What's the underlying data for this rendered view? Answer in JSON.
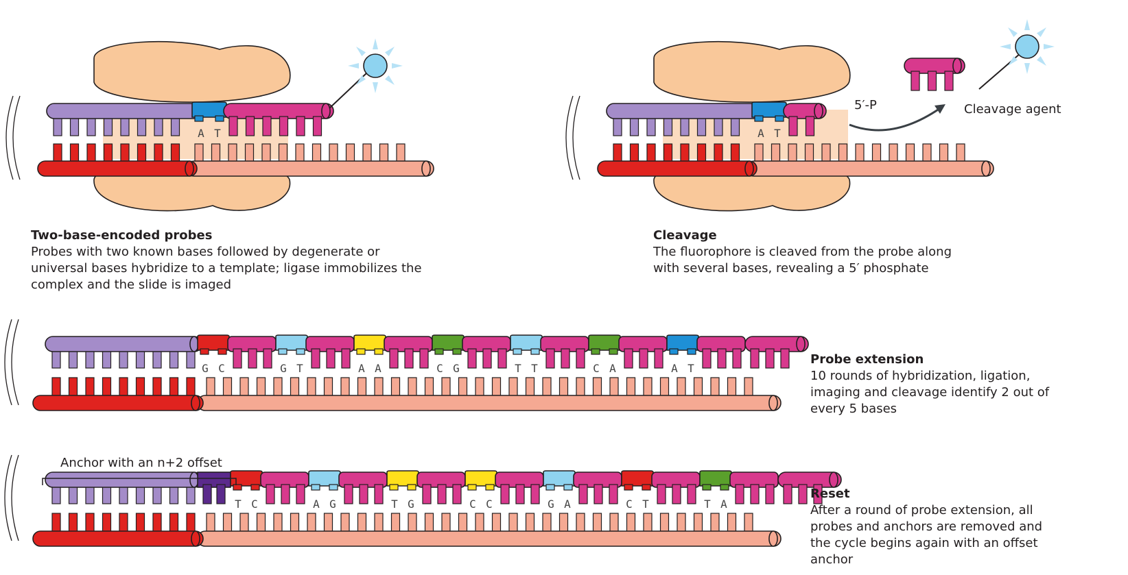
{
  "panels": {
    "two_base": {
      "title": "Two-base-encoded probes",
      "body": "Probes with two known bases followed by degenerate or\nuniversal bases hybridize to a template; ligase immobilizes the\ncomplex and the slide is imaged",
      "bases": [
        "A",
        "T"
      ]
    },
    "cleavage": {
      "title": "Cleavage",
      "body": "The fluorophore is cleaved from the probe along\nwith several bases, revealing a 5′ phosphate",
      "phosphate_label": "5′-P",
      "agent_label": "Cleavage agent",
      "bases": [
        "A",
        "T"
      ]
    },
    "extension": {
      "title": "Probe extension",
      "body": "10 rounds of hybridization, ligation,\nimaging and cleavage identify 2 out of\nevery 5 bases",
      "pairs": [
        {
          "bases": [
            "G",
            "C"
          ],
          "color": "#e0231f"
        },
        {
          "bases": [
            "G",
            "T"
          ],
          "color": "#8fd3ef"
        },
        {
          "bases": [
            "A",
            "A"
          ],
          "color": "#ffe01b"
        },
        {
          "bases": [
            "C",
            "G"
          ],
          "color": "#5aa02c"
        },
        {
          "bases": [
            "T",
            "T"
          ],
          "color": "#8fd3ef"
        },
        {
          "bases": [
            "C",
            "A"
          ],
          "color": "#5aa02c"
        },
        {
          "bases": [
            "A",
            "T"
          ],
          "color": "#1e90d6"
        }
      ]
    },
    "reset": {
      "title": "Reset",
      "body": "After a round of probe extension, all\nprobes and anchors are removed and\nthe cycle begins again with an offset\nanchor",
      "anchor_label": "Anchor with an n+2 offset",
      "pairs": [
        {
          "bases": [
            "T",
            "C"
          ],
          "color": "#e0231f"
        },
        {
          "bases": [
            "A",
            "G"
          ],
          "color": "#8fd3ef"
        },
        {
          "bases": [
            "T",
            "G"
          ],
          "color": "#ffe01b"
        },
        {
          "bases": [
            "C",
            "C"
          ],
          "color": "#ffe01b"
        },
        {
          "bases": [
            "G",
            "A"
          ],
          "color": "#8fd3ef"
        },
        {
          "bases": [
            "C",
            "T"
          ],
          "color": "#e0231f"
        },
        {
          "bases": [
            "T",
            "A"
          ],
          "color": "#5aa02c"
        }
      ]
    }
  },
  "colors": {
    "anchor": "#a48cc9",
    "anchor_offset": "#5b2a8c",
    "probe": "#d8398d",
    "template_dark": "#e0231f",
    "template_light": "#f5a993",
    "ligase": "#f9c89a",
    "fluorophore": "#8ed3f0"
  }
}
